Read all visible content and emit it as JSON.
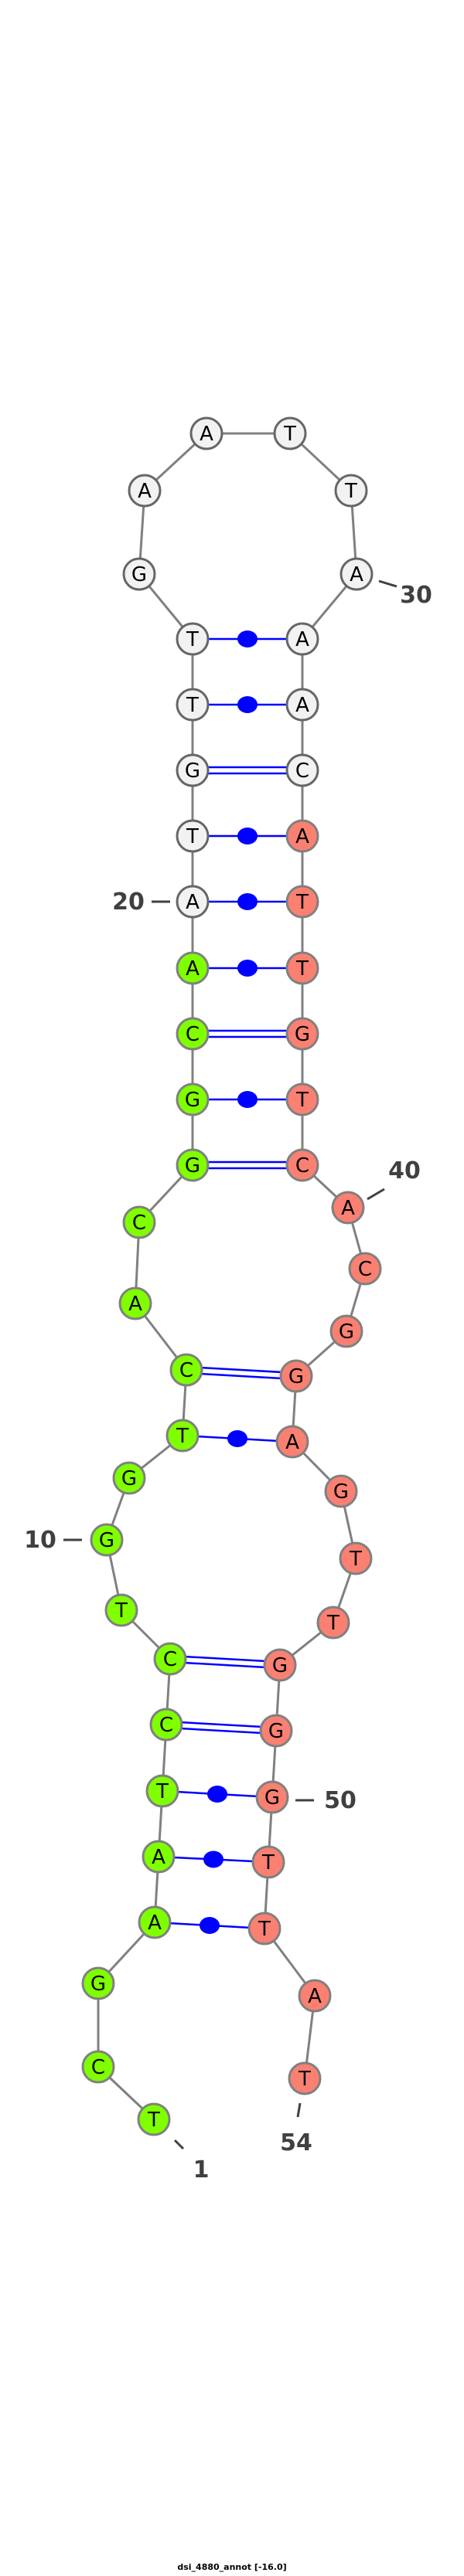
{
  "title": "dsi_4880_annot [-16.0]",
  "sequence": "TCGAATCCTGGTCACGGCAATGTTGAATTAAACATTGTCACGGAGTTGGGTTAT",
  "regions": [
    {
      "from": 1,
      "to": 19,
      "color": "#7fff00"
    },
    {
      "from": 20,
      "to": 33,
      "color": "#f2f2f2"
    },
    {
      "from": 34,
      "to": 54,
      "color": "#fa8072"
    }
  ],
  "pairs": [
    [
      4,
      52
    ],
    [
      5,
      51
    ],
    [
      6,
      50
    ],
    [
      7,
      49
    ],
    [
      8,
      48
    ],
    [
      12,
      44
    ],
    [
      13,
      43
    ],
    [
      16,
      39
    ],
    [
      17,
      38
    ],
    [
      18,
      37
    ],
    [
      19,
      36
    ],
    [
      20,
      35
    ],
    [
      21,
      34
    ],
    [
      22,
      33
    ],
    [
      23,
      32
    ],
    [
      24,
      31
    ]
  ],
  "position_labels": [
    {
      "index": 1,
      "text": "1"
    },
    {
      "index": 10,
      "text": "10"
    },
    {
      "index": 20,
      "text": "20"
    },
    {
      "index": 30,
      "text": "30"
    },
    {
      "index": 40,
      "text": "40"
    },
    {
      "index": 50,
      "text": "50"
    },
    {
      "index": 54,
      "text": "54"
    }
  ],
  "colors": {
    "backbone": "#808080",
    "pair": "#0000ff",
    "label": "#404040"
  }
}
